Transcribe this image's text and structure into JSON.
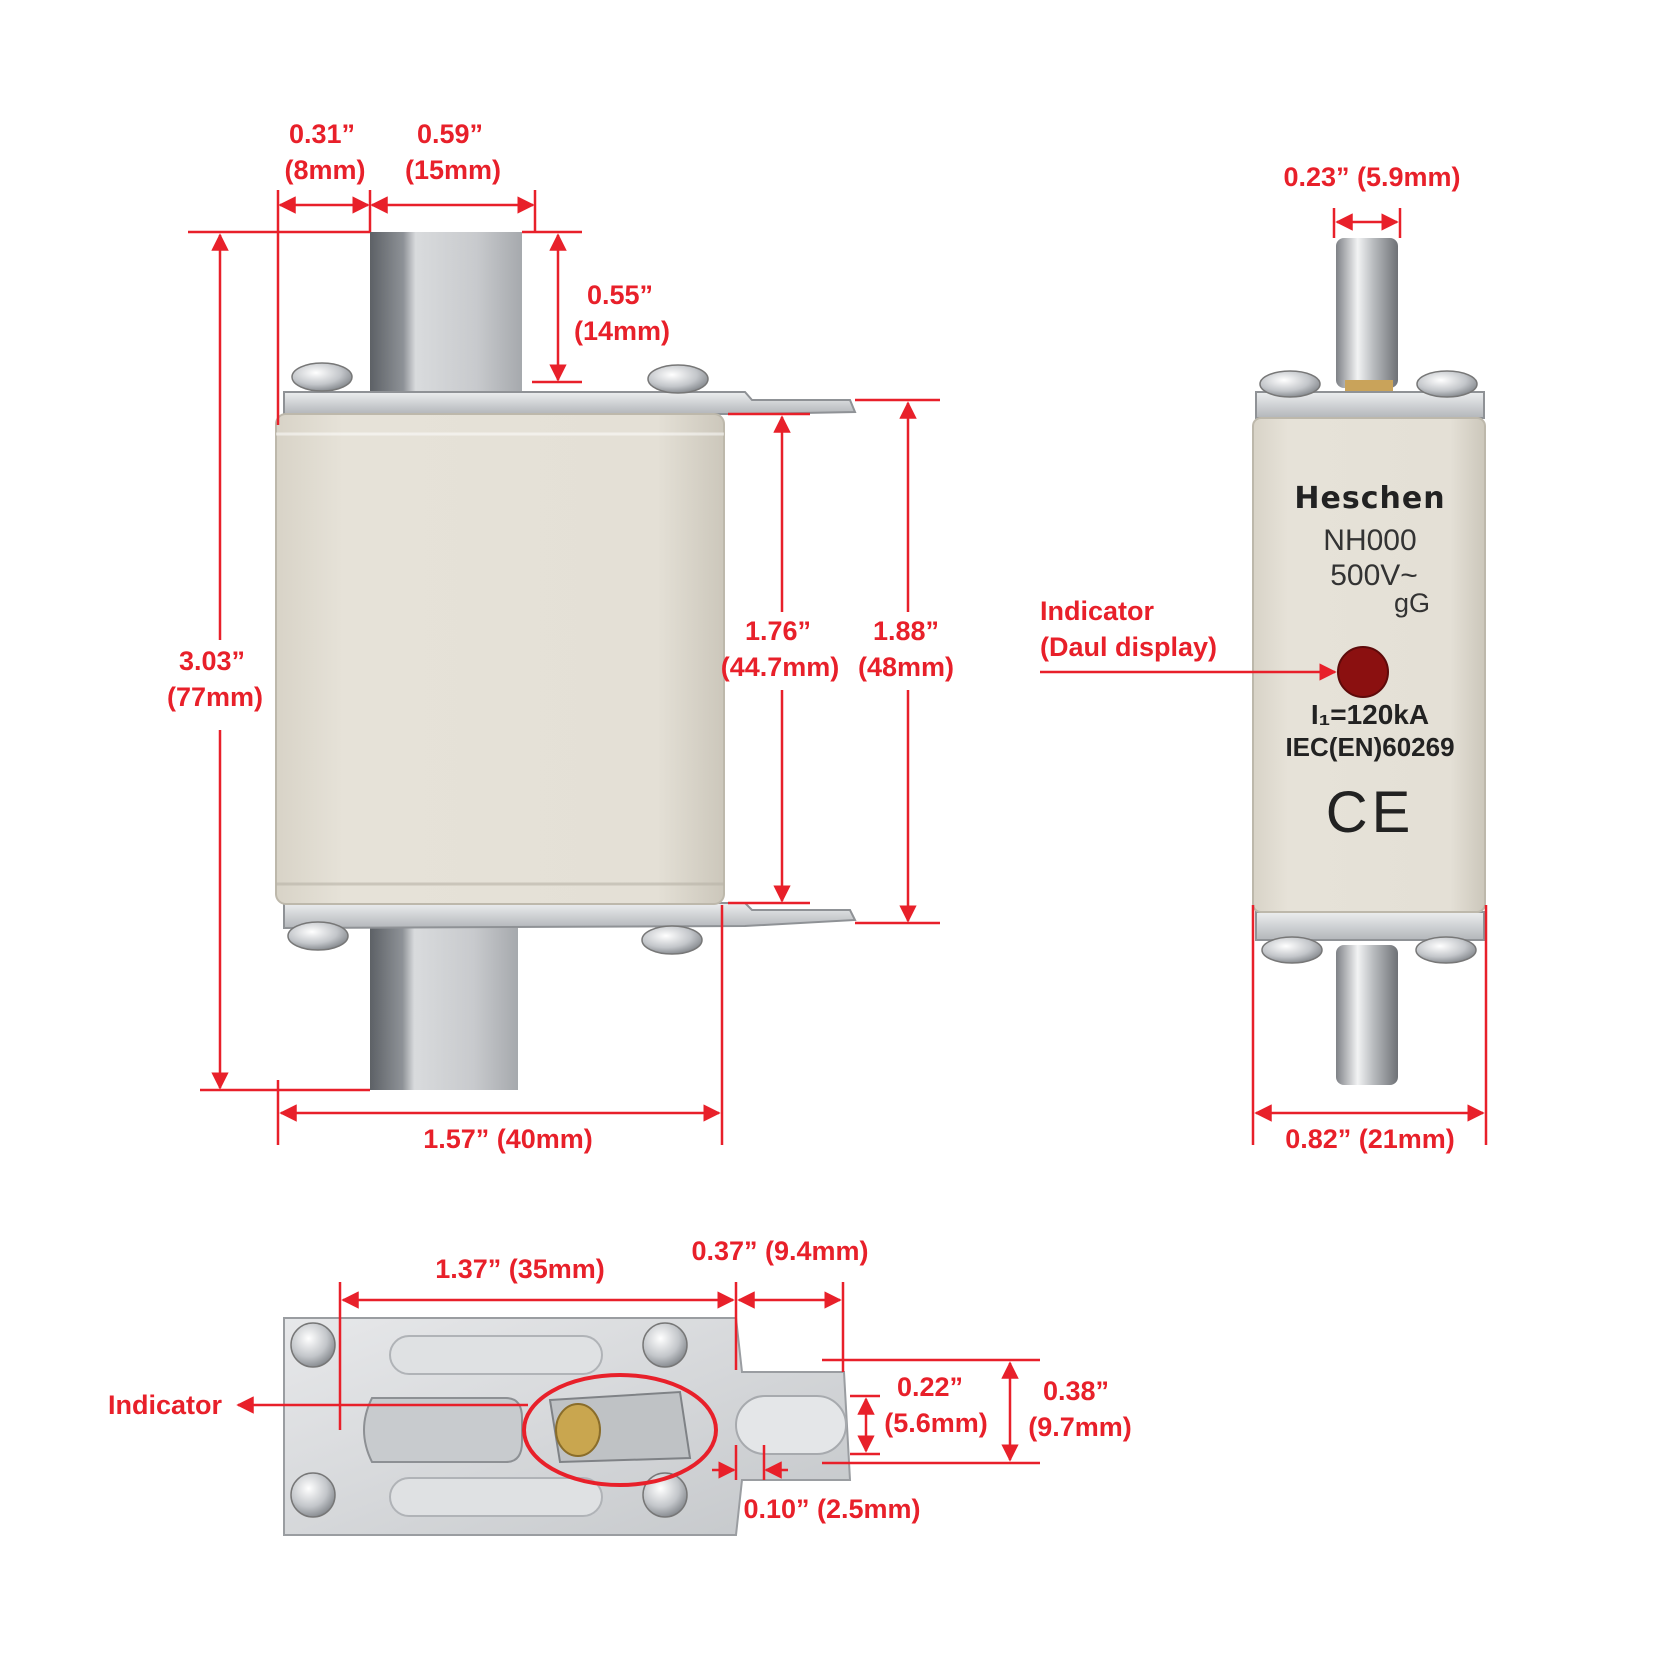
{
  "colors": {
    "dimension": "#e8202a",
    "body": "#e3dfd5",
    "metal": "#d2d4d6",
    "metal_dark": "#9b9ea2",
    "indicator_dot": "#8b1010"
  },
  "front_view": {
    "dim_top_left": [
      "0.31”",
      "(8mm)"
    ],
    "dim_top_right": [
      "0.59”",
      "(15mm)"
    ],
    "dim_blade_height": [
      "0.55”",
      "(14mm)"
    ],
    "dim_total_height": [
      "3.03”",
      "(77mm)"
    ],
    "dim_body_height": [
      "1.76”",
      "(44.7mm)"
    ],
    "dim_plate_span": [
      "1.88”",
      "(48mm)"
    ],
    "dim_body_width": "1.57” (40mm)"
  },
  "side_view": {
    "dim_pin": "0.23” (5.9mm)",
    "dim_width": "0.82” (21mm)",
    "brand": "Heschen",
    "model": "NH000",
    "voltage": "500V~",
    "class": "gG",
    "breaking_capacity": "I₁=120kA",
    "standard": "IEC(EN)60269",
    "mark": "CE",
    "indicator_label": [
      "Indicator",
      "(Daul display)"
    ]
  },
  "bottom_view": {
    "dim_length": "1.37” (35mm)",
    "dim_tab": "0.37” (9.4mm)",
    "dim_slot": [
      "0.22”",
      "(5.6mm)"
    ],
    "dim_tab_width": [
      "0.38”",
      "(9.7mm)"
    ],
    "dim_thickness": "0.10” (2.5mm)",
    "indicator_label": "Indicator"
  }
}
